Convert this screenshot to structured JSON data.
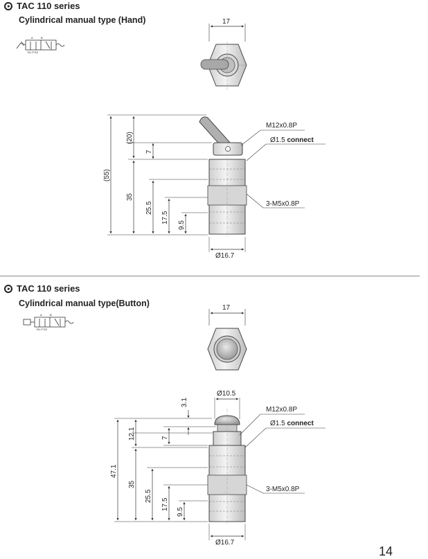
{
  "sections": [
    {
      "series": "TAC 110 series",
      "type": "Cylindrical manual type (Hand)",
      "dims": {
        "width_top": "17",
        "overall": "(55)",
        "handle": "(20)",
        "head": "7",
        "body": "35",
        "d25": "25.5",
        "d17": "17.5",
        "d9": "9.5",
        "diameter": "Ø16.7"
      },
      "callouts": {
        "thread": "M12x0.8P",
        "port_prefix": "Ø1.5",
        "port_suffix": "connect",
        "ports": "3-M5x0.8P"
      }
    },
    {
      "series": "TAC 110 series",
      "type": "Cylindrical manual type(Button)",
      "dims": {
        "width_top": "17",
        "button_dia": "Ø10.5",
        "button_h": "3.1",
        "overall": "47.1",
        "head_total": "12.1",
        "head": "7",
        "body": "35",
        "d25": "25.5",
        "d17": "17.5",
        "d9": "9.5",
        "diameter": "Ø16.7"
      },
      "callouts": {
        "thread": "M12x0.8P",
        "port_prefix": "Ø1.5",
        "port_suffix": "connect",
        "ports": "3-M5x0.8P"
      }
    }
  ],
  "page_number": "14"
}
